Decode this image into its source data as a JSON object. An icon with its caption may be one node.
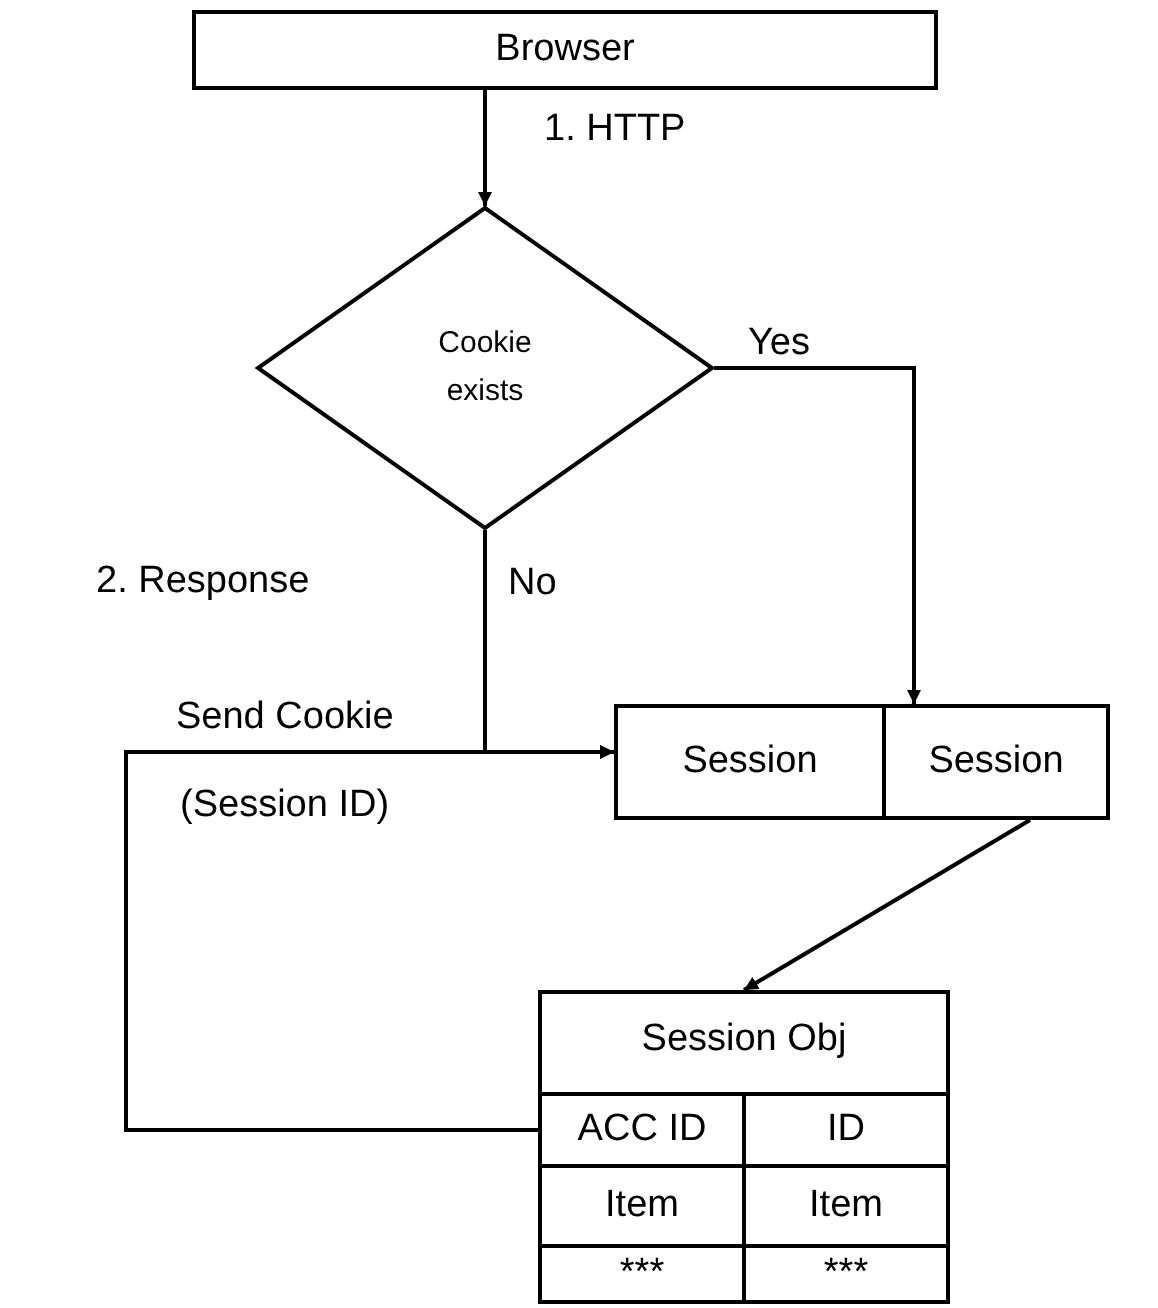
{
  "diagram": {
    "nodes": [
      {
        "text": [
          "Browser"
        ]
      },
      {
        "text": [
          "Cookie exists"
        ]
      },
      {
        "text": [
          "Session"
        ]
      },
      {
        "text": [
          "Session"
        ]
      },
      {
        "text": [
          "Session Obj"
        ]
      },
      {
        "text": [
          "ACC ID"
        ],
        "in": 4
      },
      {
        "text": [
          "ID"
        ],
        "in": 4
      },
      {
        "text": [
          "Item"
        ],
        "in": 4
      },
      {
        "text": [
          "Item"
        ],
        "in": 4
      },
      {
        "text": [
          "***"
        ],
        "in": 4
      },
      {
        "text": [
          "***"
        ],
        "in": 4
      }
    ],
    "edges": [
      {
        "from": 0,
        "to": 1,
        "arrow": "to",
        "label": "1. HTTP"
      },
      {
        "from": 1,
        "to": 3,
        "arrow": "to",
        "label": "Yes"
      },
      {
        "from": 1,
        "to": 2,
        "arrow": "to",
        "label": "No"
      },
      {
        "from": 5,
        "to": 2,
        "arrow": "to",
        "label": "Send Cookie"
      },
      {
        "from": 3,
        "to": 4,
        "arrow": "to"
      }
    ],
    "labels": [
      "2. Response",
      "(Session ID)"
    ]
  }
}
